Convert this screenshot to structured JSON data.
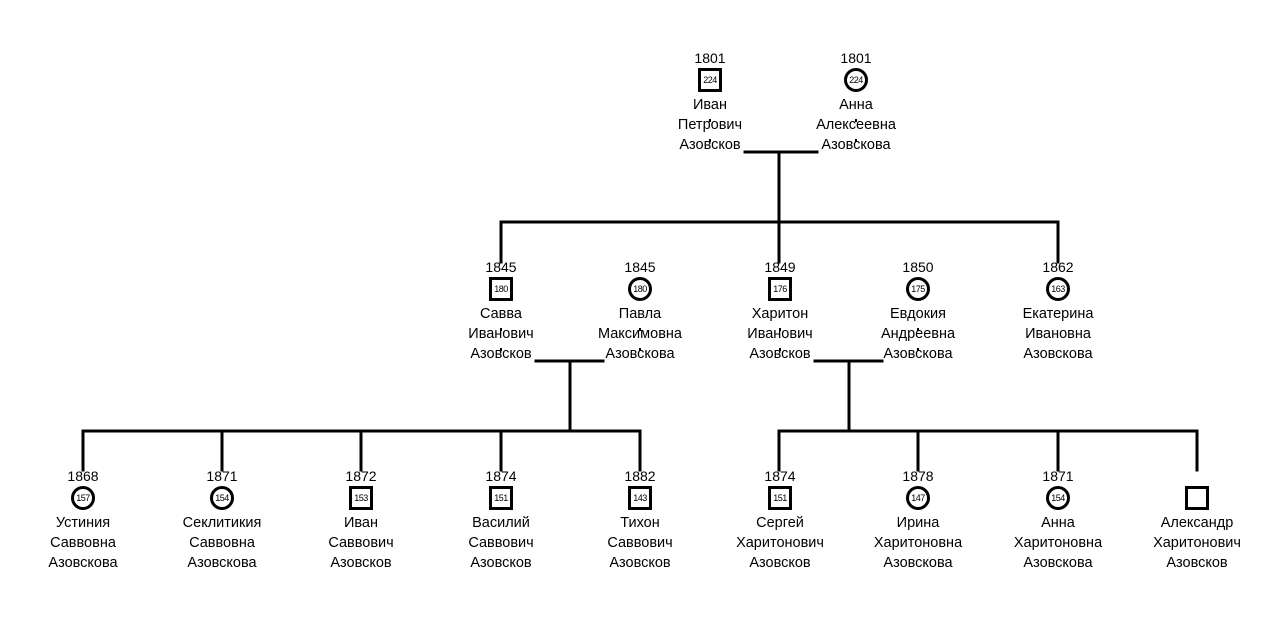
{
  "people": [
    {
      "id": "ivan-1801",
      "year": "1801",
      "age": "224",
      "sex": "m",
      "name": [
        "Иван",
        "Петрович",
        "Азовсков"
      ]
    },
    {
      "id": "anna-1801",
      "year": "1801",
      "age": "224",
      "sex": "f",
      "name": [
        "Анна",
        "Алексеевна",
        "Азовскова"
      ]
    },
    {
      "id": "savva",
      "year": "1845",
      "age": "180",
      "sex": "m",
      "name": [
        "Савва",
        "Иванович",
        "Азовсков"
      ]
    },
    {
      "id": "pavla",
      "year": "1845",
      "age": "180",
      "sex": "f",
      "name": [
        "Павла",
        "Максимовна",
        "Азовскова"
      ]
    },
    {
      "id": "khariton",
      "year": "1849",
      "age": "176",
      "sex": "m",
      "name": [
        "Харитон",
        "Иванович",
        "Азовсков"
      ]
    },
    {
      "id": "evdokiya",
      "year": "1850",
      "age": "175",
      "sex": "f",
      "name": [
        "Евдокия",
        "Андреевна",
        "Азовскова"
      ]
    },
    {
      "id": "ekaterina",
      "year": "1862",
      "age": "163",
      "sex": "f",
      "name": [
        "Екатерина",
        "Ивановна",
        "Азовскова"
      ]
    },
    {
      "id": "ustiniya",
      "year": "1868",
      "age": "157",
      "sex": "f",
      "name": [
        "Устиния",
        "Саввовна",
        "Азовскова"
      ]
    },
    {
      "id": "seklitikiya",
      "year": "1871",
      "age": "154",
      "sex": "f",
      "name": [
        "Секлитикия",
        "Саввовна",
        "Азовскова"
      ]
    },
    {
      "id": "ivan-1872",
      "year": "1872",
      "age": "153",
      "sex": "m",
      "name": [
        "Иван",
        "Саввович",
        "Азовсков"
      ]
    },
    {
      "id": "vasiliy",
      "year": "1874",
      "age": "151",
      "sex": "m",
      "name": [
        "Василий",
        "Саввович",
        "Азовсков"
      ]
    },
    {
      "id": "tikhon",
      "year": "1882",
      "age": "143",
      "sex": "m",
      "name": [
        "Тихон",
        "Саввович",
        "Азовсков"
      ]
    },
    {
      "id": "sergey",
      "year": "1874",
      "age": "151",
      "sex": "m",
      "name": [
        "Сергей",
        "Харитонович",
        "Азовсков"
      ]
    },
    {
      "id": "irina",
      "year": "1878",
      "age": "147",
      "sex": "f",
      "name": [
        "Ирина",
        "Харитоновна",
        "Азовскова"
      ]
    },
    {
      "id": "anna-1871",
      "year": "1871",
      "age": "154",
      "sex": "f",
      "name": [
        "Анна",
        "Харитоновна",
        "Азовскова"
      ]
    },
    {
      "id": "aleksandr",
      "year": "",
      "age": "",
      "sex": "m",
      "name": [
        "Александр",
        "Харитонович",
        "Азовсков"
      ]
    }
  ]
}
